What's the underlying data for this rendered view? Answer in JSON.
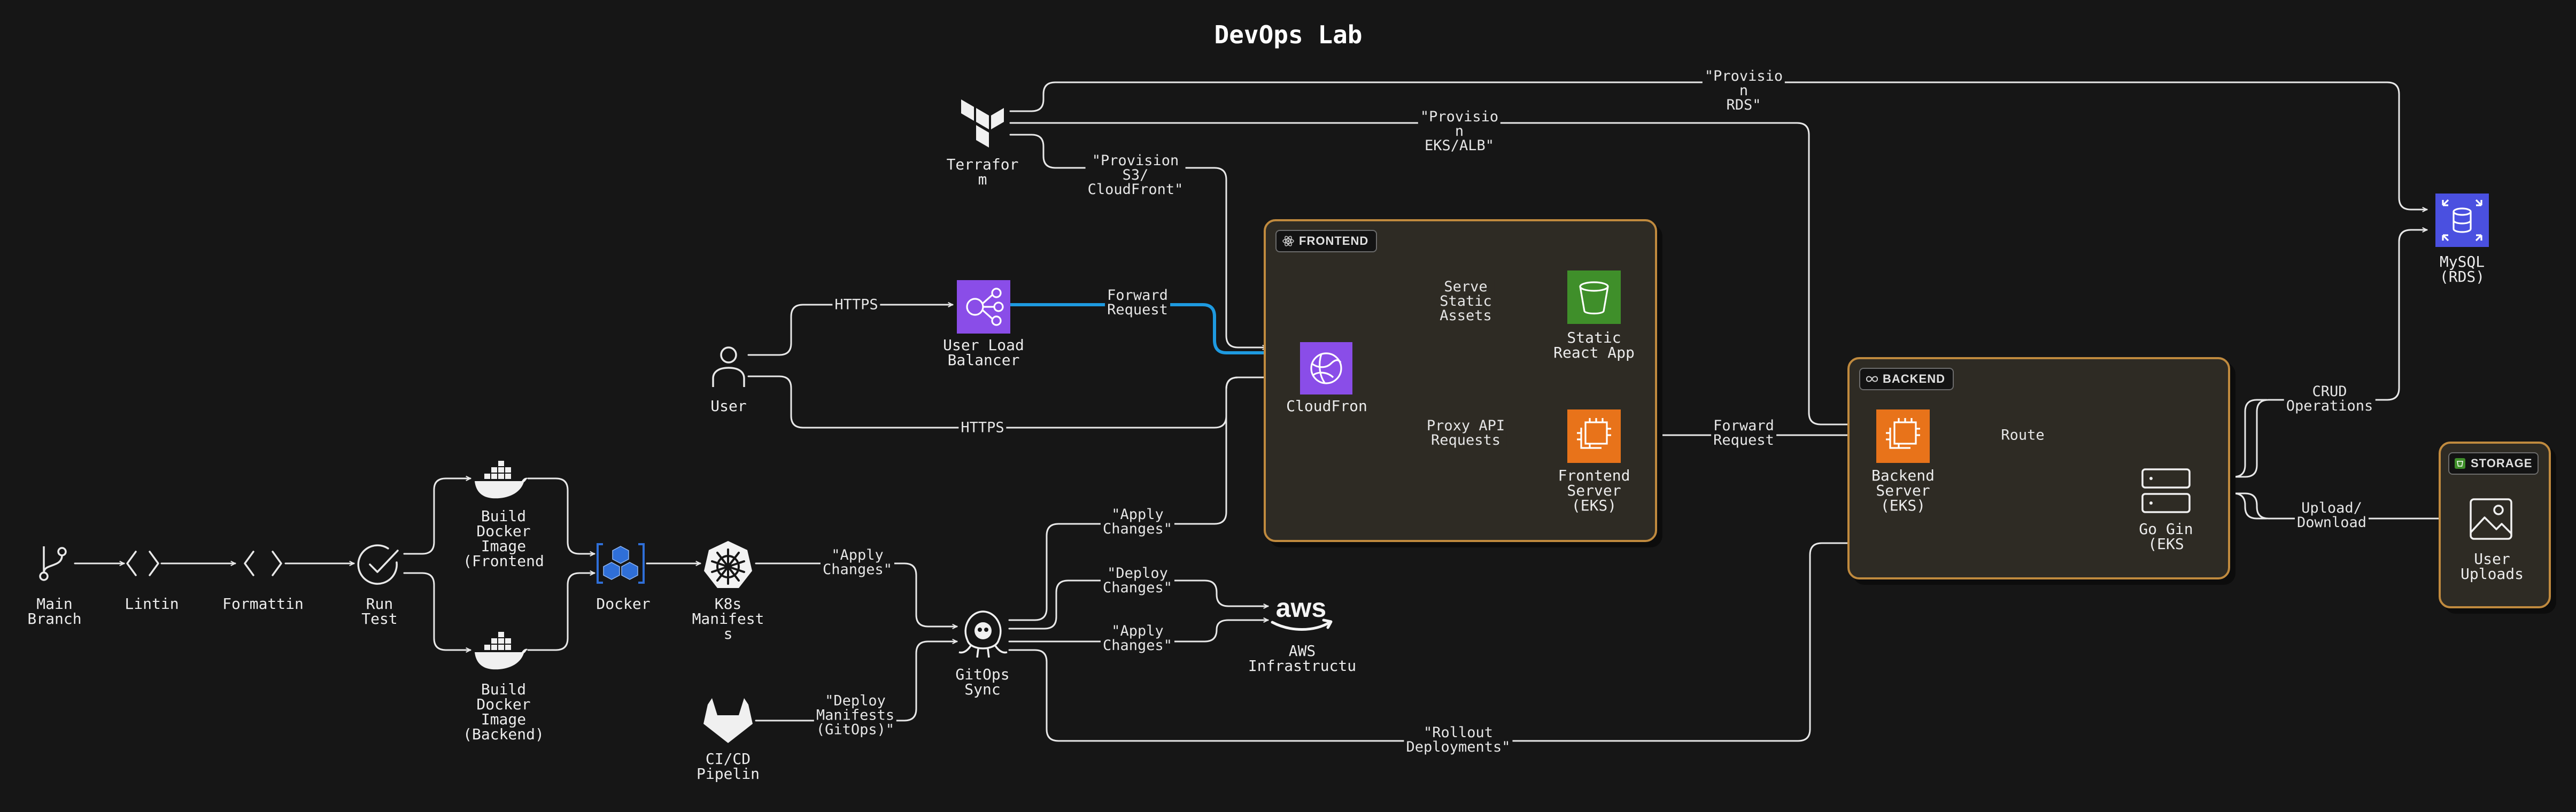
{
  "title": "DevOps Lab",
  "groups": {
    "frontend": "FRONTEND",
    "backend": "BACKEND",
    "storage": "STORAGE"
  },
  "nodes": {
    "main_branch": "Main\nBranch",
    "linting": "Lintin",
    "formatting": "Formattin",
    "run_test": "Run\nTest",
    "build_frontend": "Build\nDocker\nImage\n(Frontend",
    "build_backend": "Build\nDocker\nImage\n(Backend)",
    "docker": "Docker",
    "k8s": "K8s\nManifest\ns",
    "cicd": "CI/CD\nPipelin",
    "gitops": "GitOps\nSync",
    "aws": "AWS\nInfrastructu",
    "terraform": "Terrafor\nm",
    "user": "User",
    "load_balancer": "User Load\nBalancer",
    "cloudfront": "CloudFron",
    "static_app": "Static\nReact App",
    "frontend_server": "Frontend\nServer\n(EKS)",
    "backend_server": "Backend\nServer\n(EKS)",
    "go_gin": "Go Gin\n(EKS",
    "mysql": "MySQL\n(RDS)",
    "user_uploads": "User\nUploads"
  },
  "edges": {
    "https_top": "HTTPS",
    "https_bottom": "HTTPS",
    "forward_request_lb": "Forward\nRequest",
    "serve_static": "Serve\nStatic\nAssets",
    "proxy_api": "Proxy API\nRequests",
    "forward_request_be": "Forward\nRequest",
    "route": "Route",
    "crud": "CRUD\nOperations",
    "upload_download": "Upload/\nDownload",
    "provision_rds": "\"Provisio\nn\nRDS\"",
    "provision_eks": "\"Provisio\nn\nEKS/ALB\"",
    "provision_s3": "\"Provision\nS3/\nCloudFront\"",
    "apply_changes_k8s": "\"Apply\nChanges\"",
    "apply_changes_cf": "\"Apply\nChanges\"",
    "deploy_changes": "\"Deploy\nChanges\"",
    "apply_changes_aws": "\"Apply\nChanges\"",
    "deploy_manifests": "\"Deploy\nManifests\n(GitOps)\"",
    "rollout": "\"Rollout\nDeployments\""
  },
  "colors": {
    "background": "#161616",
    "wire": "#e8e8e8",
    "highlight_wire": "#1e9ae0",
    "group_border": "#c08a3e",
    "group_fill": "#2e2b24",
    "aws_purple": "#8a4de8",
    "aws_orange": "#e8731a",
    "aws_green": "#3f8f2a",
    "aws_blue": "#4a50e0",
    "docker_blue": "#2f6fd8"
  }
}
